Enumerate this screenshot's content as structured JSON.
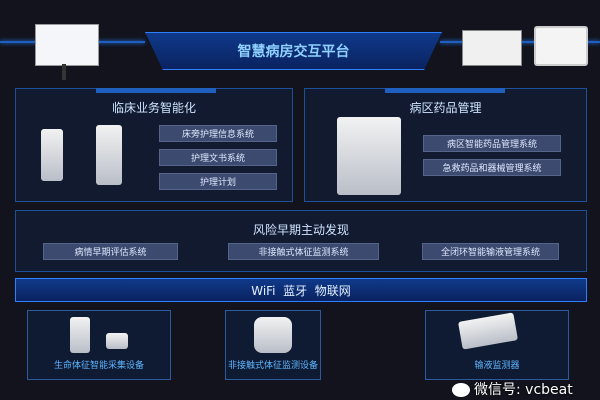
{
  "header": {
    "title": "智慧病房交互平台"
  },
  "clinical": {
    "title": "临床业务智能化",
    "items": [
      "床旁护理信息系统",
      "护理文书系统",
      "护理计划"
    ]
  },
  "pharmacy": {
    "title": "病区药品管理",
    "items": [
      "病区智能药品管理系统",
      "急救药品和器械管理系统"
    ]
  },
  "risk": {
    "title": "风险早期主动发现",
    "items": [
      "病情早期评估系统",
      "非接触式体征监测系统",
      "全闭环智能输液管理系统"
    ]
  },
  "network": {
    "title": "WiFi  蓝牙  物联网"
  },
  "devices": [
    "生命体征智能采集设备",
    "非接触式体征监测设备",
    "输液监测器"
  ],
  "watermark": "微信号: vcbeat",
  "colors": {
    "background": "#12131c",
    "accent": "#1f5fc0",
    "text": "#5fb6ff"
  }
}
